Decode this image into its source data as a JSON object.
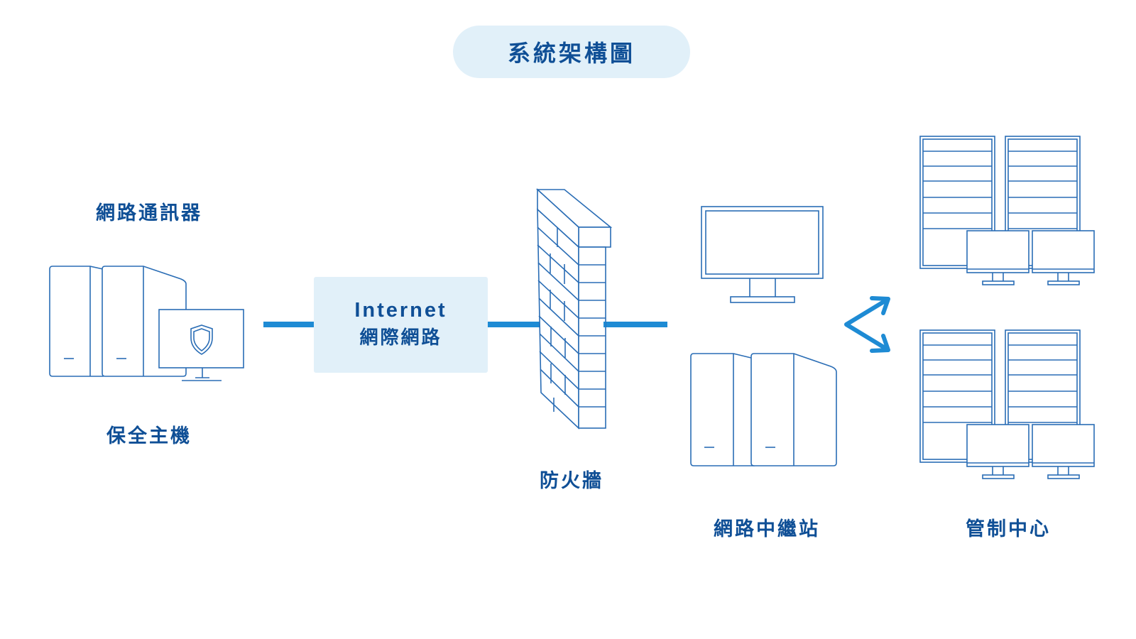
{
  "title": "系統架構圖",
  "nodes": {
    "comm": {
      "label": "網路通訊器"
    },
    "host": {
      "label": "保全主機"
    },
    "internet": {
      "label_en": "Internet",
      "label_zh": "網際網路"
    },
    "firewall": {
      "label": "防火牆"
    },
    "relay": {
      "label": "網路中繼站"
    },
    "control": {
      "label": "管制中心"
    }
  },
  "icons": {
    "comm": "server-with-shield-monitor-icon",
    "firewall": "brick-wall-icon",
    "relay_monitor": "monitor-icon",
    "relay_server": "server-icon",
    "branch": "split-arrows-icon",
    "control": "server-rack-workstation-icon"
  },
  "colors": {
    "text": "#0f4f96",
    "line": "#1e8bd4",
    "icon_stroke": "#2a6db5",
    "panel": "#e1f0f9"
  }
}
